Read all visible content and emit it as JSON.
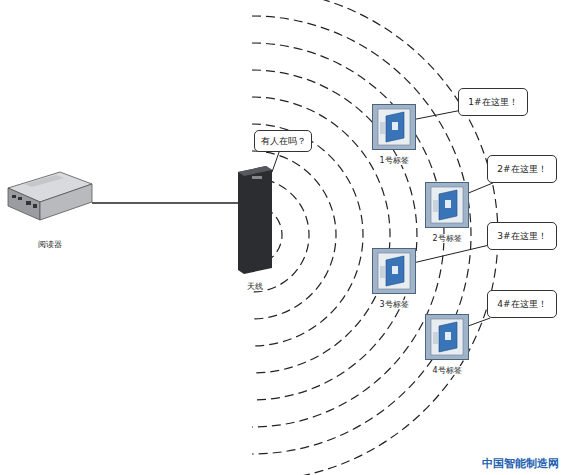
{
  "diagram": {
    "nodes": [
      {
        "text": [
          "阅读器"
        ]
      },
      {
        "text": [
          "天线"
        ]
      },
      {
        "text": [
          "1号标签"
        ]
      },
      {
        "text": [
          "2号标签"
        ]
      },
      {
        "text": [
          "3号标签"
        ]
      },
      {
        "text": [
          "4号标签"
        ]
      },
      {
        "text": [
          "有人在吗？"
        ]
      },
      {
        "text": [
          "1#在这里！"
        ]
      },
      {
        "text": [
          "2#在这里！"
        ]
      },
      {
        "text": [
          "3#在这里！"
        ]
      },
      {
        "text": [
          "4#在这里！"
        ]
      }
    ],
    "edges": [
      {
        "from": 0,
        "to": 1,
        "arrow": "none"
      },
      {
        "from": 6,
        "to": 1,
        "arrow": "none"
      },
      {
        "from": 7,
        "to": 2,
        "arrow": "none"
      },
      {
        "from": 8,
        "to": 3,
        "arrow": "none"
      },
      {
        "from": 9,
        "to": 4,
        "arrow": "none"
      },
      {
        "from": 10,
        "to": 5,
        "arrow": "none"
      }
    ],
    "labels": [
      "中国智能制造网"
    ]
  }
}
